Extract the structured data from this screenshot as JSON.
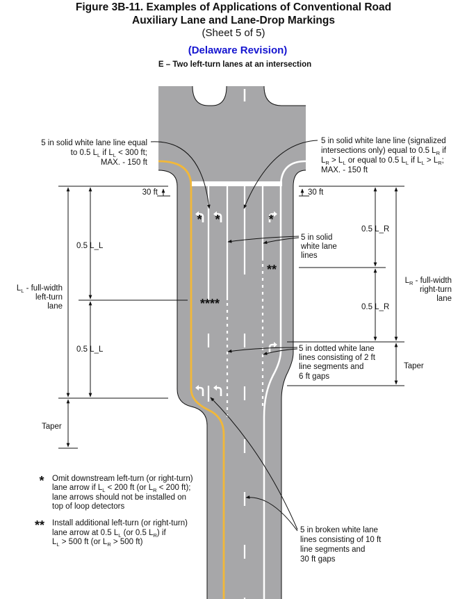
{
  "header": {
    "title_line1": "Figure 3B-11.  Examples of Applications of Conventional Road",
    "title_line2": "Auxiliary Lane and Lane-Drop Markings",
    "sheet": "(Sheet 5 of 5)",
    "revision": "(Delaware Revision)",
    "subtitle": "E – Two left-turn lanes at an intersection"
  },
  "colors": {
    "pavement": "#a7a7a9",
    "yellow": "#f2b838",
    "white": "#ffffff",
    "revision": "#1515d0"
  },
  "callouts": {
    "left_solid": [
      "5 in solid white lane line equal",
      "to 0.5 L_L if L_L < 300 ft;",
      "MAX. - 150 ft"
    ],
    "right_solid": [
      "5 in solid white lane line (signalized",
      "intersections only) equal to 0.5 L_R if",
      "L_R > L_L or equal to 0.5 L_L if L_L > L_R;",
      "MAX. - 150 ft"
    ],
    "solid_lines": [
      "5 in solid",
      "white lane",
      "lines"
    ],
    "dotted_lines": [
      "5 in dotted white lane",
      "lines consisting of 2 ft",
      "line segments and",
      "6 ft gaps"
    ],
    "broken_lines": [
      "5 in broken white lane",
      "lines consisting of 10 ft",
      "line segments and",
      "30 ft gaps"
    ]
  },
  "dimensions": {
    "thirty_left": "30 ft",
    "thirty_right": "30 ft",
    "half_ll_1": "0.5 L_L",
    "half_ll_2": "0.5 L_L",
    "ll_label": [
      "L_L - full-width",
      "left-turn",
      "lane"
    ],
    "half_lr_1": "0.5 L_R",
    "half_lr_2": "0.5 L_R",
    "lr_label": [
      "L_R - full-width",
      "right-turn",
      "lane"
    ],
    "taper_left": "Taper",
    "taper_right": "Taper"
  },
  "markers": {
    "single": "*",
    "double": "**",
    "quad": "****"
  },
  "legend": {
    "single_symbol": "*",
    "single_text": [
      "Omit downstream left-turn (or right-turn)",
      "lane arrow if L_L < 200 ft (or L_R <  200 ft);",
      "lane arrows should not be installed on",
      "top of loop detectors"
    ],
    "double_symbol": "**",
    "double_text": [
      "Install additional left-turn (or right-turn)",
      "lane arrow at 0.5 L_L (or 0.5 L_R) if",
      "L_L > 500 ft (or L_R > 500 ft)"
    ]
  }
}
